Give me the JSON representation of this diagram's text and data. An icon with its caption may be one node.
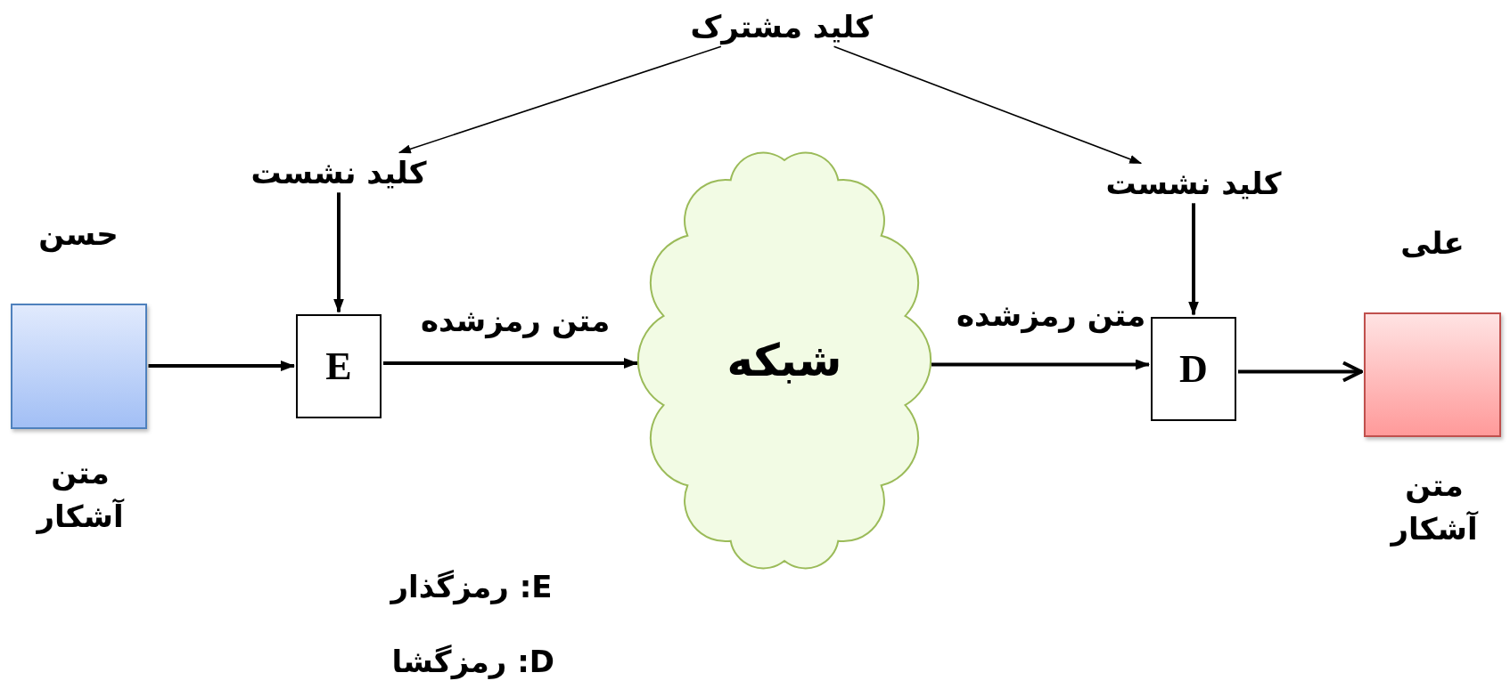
{
  "diagram": {
    "nodes": [
      {
        "text": [
          "کلید مشترک"
        ]
      },
      {
        "text": [
          "کلید نشست"
        ]
      },
      {
        "text": [
          "کلید نشست"
        ]
      },
      {
        "text": [
          "حسن"
        ],
        "beside": [
          "متن آشکار"
        ]
      },
      {
        "text": [
          "E"
        ]
      },
      {
        "text": [
          "شبکه"
        ]
      },
      {
        "text": [
          "D"
        ]
      },
      {
        "text": [
          "علی"
        ],
        "beside": [
          "متن آشکار"
        ]
      }
    ],
    "edges": [
      {
        "from": 0,
        "to": 1,
        "arrow": "to"
      },
      {
        "from": 0,
        "to": 2,
        "arrow": "to"
      },
      {
        "from": 1,
        "to": 4,
        "arrow": "to"
      },
      {
        "from": 2,
        "to": 6,
        "arrow": "to"
      },
      {
        "from": 3,
        "to": 4,
        "arrow": "to"
      },
      {
        "from": 4,
        "to": 5,
        "arrow": "to",
        "label": "متن رمزشده"
      },
      {
        "from": 5,
        "to": 6,
        "arrow": "to",
        "label": "متن رمزشده"
      },
      {
        "from": 6,
        "to": 7,
        "arrow": "to"
      }
    ],
    "labels": [
      "E: رمزگذار",
      "D: رمزگشا"
    ]
  }
}
